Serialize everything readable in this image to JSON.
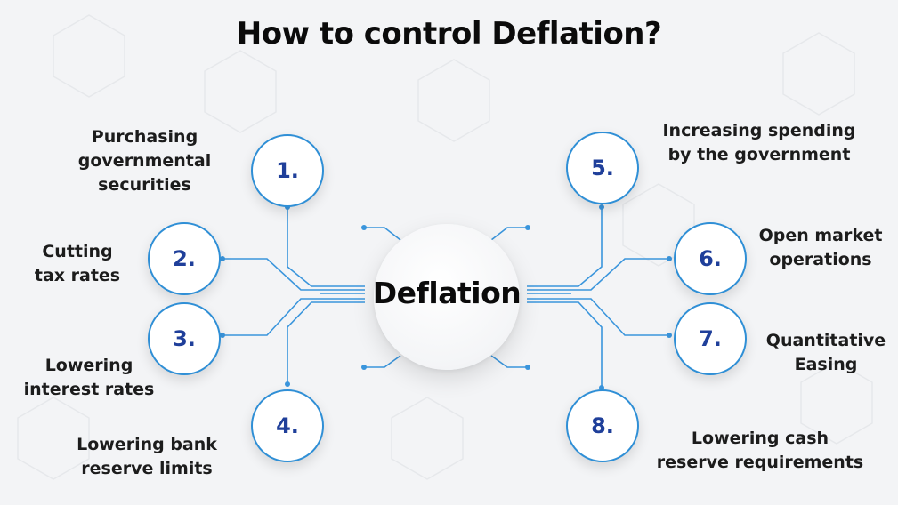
{
  "title": "How to control Deflation?",
  "center": {
    "label": "Deflation"
  },
  "colors": {
    "accent": "#2f8fd6",
    "number": "#1f3f9a",
    "text": "#1c1c1c"
  },
  "items": [
    {
      "number": "1.",
      "lines": [
        "Purchasing",
        "governmental",
        "securities"
      ]
    },
    {
      "number": "2.",
      "lines": [
        "Cutting",
        "tax rates"
      ]
    },
    {
      "number": "3.",
      "lines": [
        "Lowering",
        "interest rates"
      ]
    },
    {
      "number": "4.",
      "lines": [
        "Lowering bank",
        "reserve limits"
      ]
    },
    {
      "number": "5.",
      "lines": [
        "Increasing spending",
        "by the government"
      ]
    },
    {
      "number": "6.",
      "lines": [
        "Open market",
        "operations"
      ]
    },
    {
      "number": "7.",
      "lines": [
        "Quantitative",
        "Easing"
      ]
    },
    {
      "number": "8.",
      "lines": [
        "Lowering cash",
        "reserve requirements"
      ]
    }
  ]
}
